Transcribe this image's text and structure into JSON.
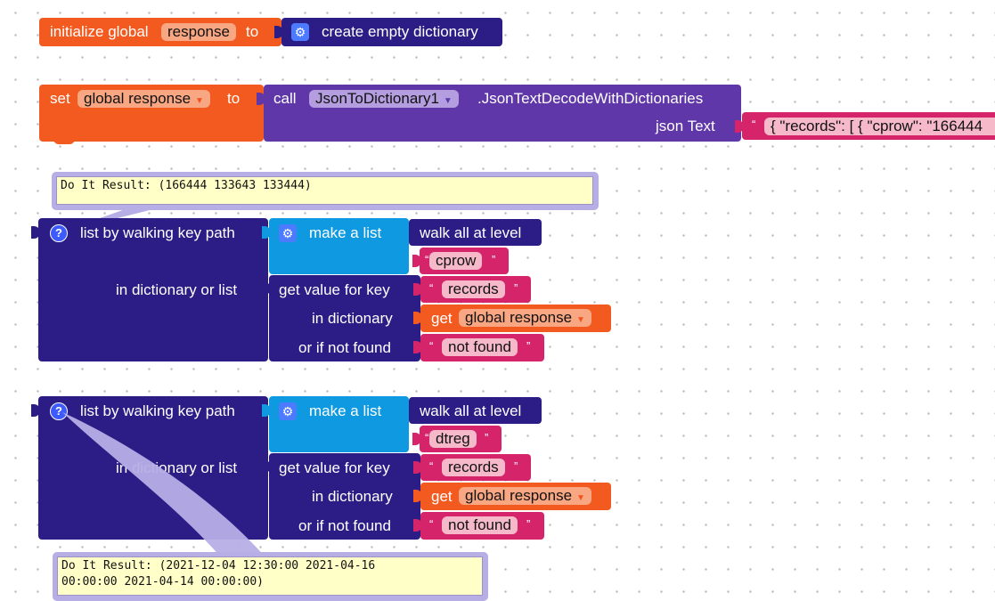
{
  "colors": {
    "variable": "#f25a1f",
    "procedure": "#5f37a8",
    "dictionary": "#2b1c86",
    "list": "#0e99e0",
    "text": "#d6246b",
    "comment": "#b7aee6"
  },
  "block1": {
    "label_init": "initialize global",
    "var_name": "response",
    "label_to": "to",
    "create_label": "create empty dictionary",
    "icon": "gear-icon"
  },
  "block2": {
    "label_set": "set",
    "var_dropdown": "global response",
    "label_to": "to",
    "label_call": "call",
    "component": "JsonToDictionary1",
    "method": ".JsonTextDecodeWithDictionaries",
    "arg_label": "json Text",
    "json_value": "{ \"records\": [ { \"cprow\": \"166444"
  },
  "result1": "Do It Result: (166444 133643 133444)",
  "block3": {
    "title": "list by walking key path",
    "make_list": "make a list",
    "walk_all": "walk all at level",
    "key": "cprow",
    "in_dict_label": "in dictionary or list",
    "get_value": "get value for key",
    "records": "records",
    "in_dictionary": "in dictionary",
    "get_label": "get",
    "get_var": "global response",
    "or_if_not_found": "or if not found",
    "not_found": "not found"
  },
  "block4": {
    "title": "list by walking key path",
    "make_list": "make a list",
    "walk_all": "walk all at level",
    "key": "dtreg",
    "in_dict_label": "in dictionary or list",
    "get_value": "get value for key",
    "records": "records",
    "in_dictionary": "in dictionary",
    "get_label": "get",
    "get_var": "global response",
    "or_if_not_found": "or if not found",
    "not_found": "not found"
  },
  "result2": "Do It Result: (2021-12-04 12:30:00 2021-04-16\n00:00:00 2021-04-14 00:00:00)",
  "quote_open": "“",
  "quote_close": "”",
  "dropdown_arrow": "▼",
  "help_glyph": "?",
  "gear_glyph": "⚙"
}
